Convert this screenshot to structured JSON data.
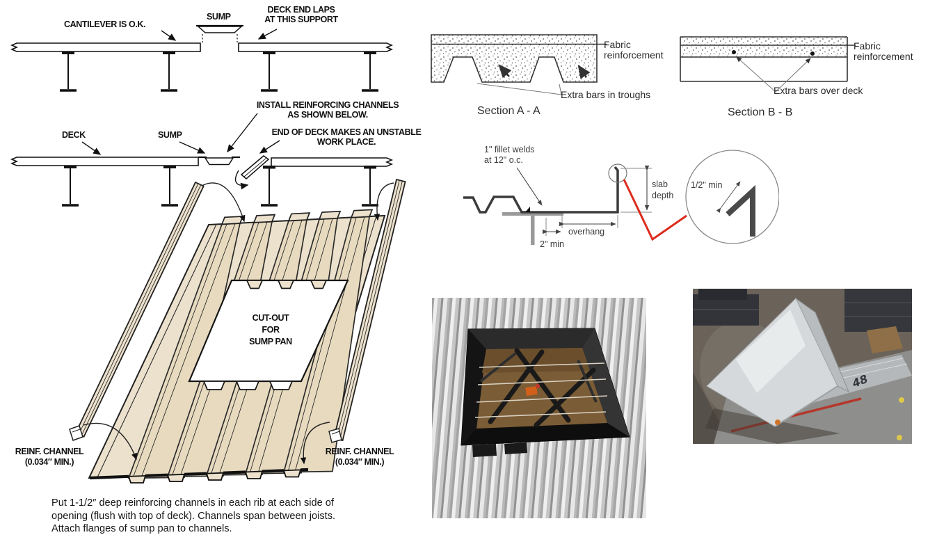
{
  "colors": {
    "deck_tan": "#ece1cd",
    "deck_shade": "#e7d9bf",
    "line_dark": "#1a1a1a",
    "detail_gray": "#3f3f3f",
    "detail_light_gray": "#9a9a9a",
    "red_accent": "#dd2b1c"
  },
  "diagram1": {
    "cantilever": "CANTILEVER IS O.K.",
    "sump": "SUMP",
    "deck_end_laps": [
      "DECK END LAPS",
      "AT THIS SUPPORT"
    ]
  },
  "diagram2": {
    "install": [
      "INSTALL REINFORCING CHANNELS",
      "AS SHOWN BELOW."
    ],
    "deck": "DECK",
    "sump": "SUMP",
    "end_of_deck": [
      "END OF DECK MAKES AN UNSTABLE",
      "WORK PLACE."
    ]
  },
  "isometric": {
    "cutout": [
      "CUT-OUT",
      "FOR",
      "SUMP PAN"
    ],
    "reinf_channel_left": [
      "REINF. CHANNEL",
      "(0.034″ MIN.)"
    ],
    "reinf_channel_right": [
      "REINF. CHANNEL",
      "(0.034″ MIN.)"
    ]
  },
  "caption": {
    "lines": [
      "Put 1-1/2″ deep reinforcing channels in each rib at each side of",
      "opening (flush with top of deck). Channels span between joists.",
      "Attach flanges of sump pan to channels."
    ]
  },
  "section_a": {
    "fabric": [
      "Fabric",
      "reinforcement"
    ],
    "extra_bars": "Extra bars in troughs",
    "title": "Section A - A"
  },
  "section_b": {
    "fabric": [
      "Fabric",
      "reinforcement"
    ],
    "extra_bars": "Extra bars over deck",
    "title": "Section B - B"
  },
  "weld_detail": {
    "fillet": [
      "1\" fillet welds",
      "at 12\" o.c."
    ],
    "slab_depth": [
      "slab",
      "depth"
    ],
    "overhang": "overhang",
    "two_min": "2\" min",
    "half_min": "1/2\" min"
  },
  "photos": {
    "photo2_marking": "48"
  }
}
